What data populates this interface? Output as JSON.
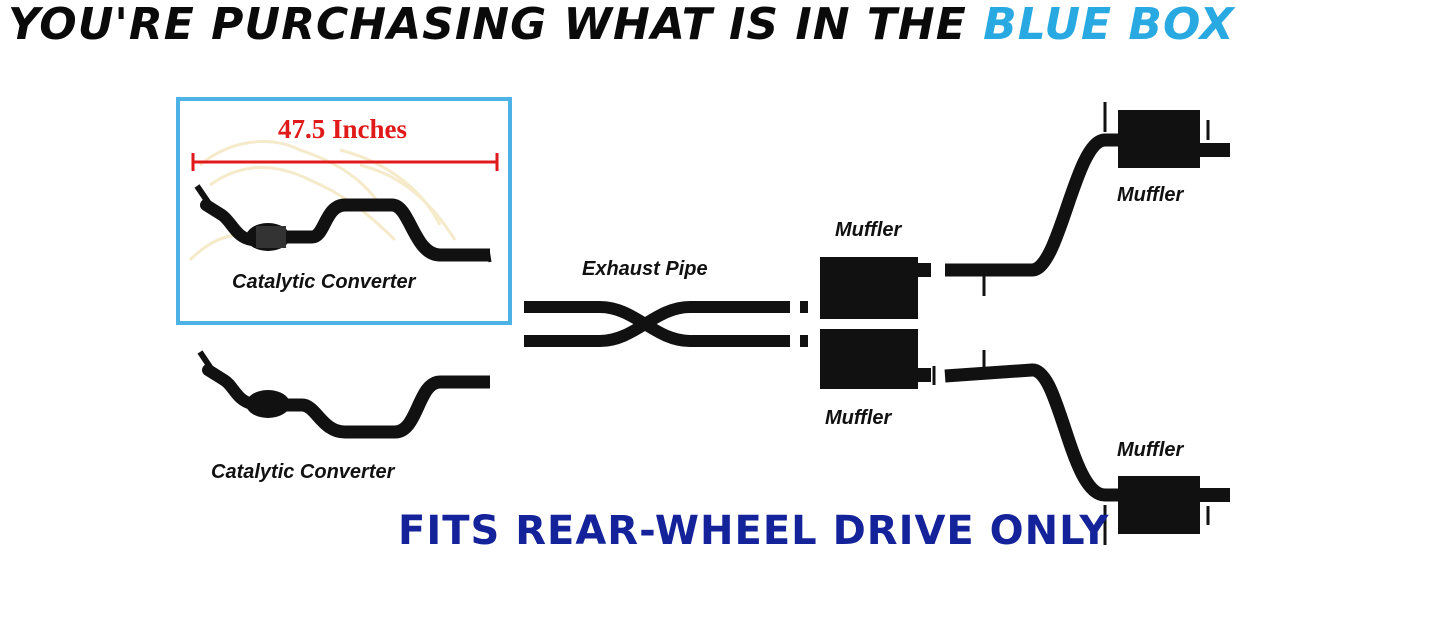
{
  "header": {
    "prefix": "YOU'RE PURCHASING WHAT IS IN THE",
    "highlight": "BLUE BOX",
    "highlight_color": "#29a9e1"
  },
  "measurement": {
    "label": "47.5 Inches",
    "color": "#e0191b"
  },
  "components": {
    "cat_converter_top": "Catalytic Converter",
    "cat_converter_bottom": "Catalytic Converter",
    "exhaust_pipe": "Exhaust Pipe",
    "muffler_mid_top": "Muffler",
    "muffler_mid_bottom": "Muffler",
    "muffler_rear_top": "Muffler",
    "muffler_rear_bottom": "Muffler"
  },
  "box_color": "#4db3e6",
  "footer": {
    "note": "FITS REAR-WHEEL DRIVE ONLY",
    "color": "#14239a"
  }
}
